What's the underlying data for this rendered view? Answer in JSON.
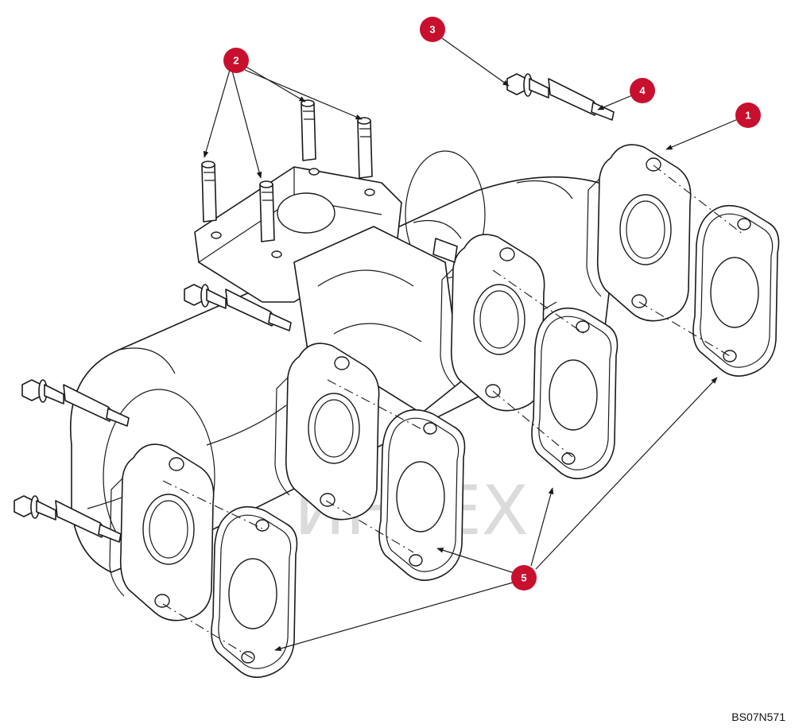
{
  "diagram": {
    "callouts": [
      {
        "id": "callout-1",
        "label": "1"
      },
      {
        "id": "callout-2",
        "label": "2"
      },
      {
        "id": "callout-3",
        "label": "3"
      },
      {
        "id": "callout-4",
        "label": "4"
      },
      {
        "id": "callout-5",
        "label": "5"
      }
    ],
    "drawing_code": "BS07N571",
    "watermark": "ИНТЕХ",
    "accent_color": "#c8102e"
  }
}
